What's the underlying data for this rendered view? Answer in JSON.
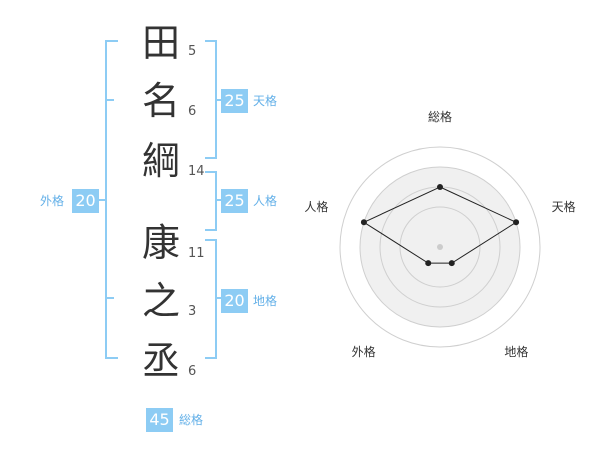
{
  "colors": {
    "accent": "#63b0e8",
    "badge": "#8dccf4",
    "text": "#333333"
  },
  "name": {
    "chars": [
      "田",
      "名",
      "綱",
      "康",
      "之",
      "丞"
    ],
    "strokes": [
      "5",
      "6",
      "14",
      "11",
      "3",
      "6"
    ]
  },
  "fortunes": {
    "tenkaku": {
      "label": "天格",
      "value": "25"
    },
    "jinkaku": {
      "label": "人格",
      "value": "25"
    },
    "chikaku": {
      "label": "地格",
      "value": "20"
    },
    "gaikaku": {
      "label": "外格",
      "value": "20"
    },
    "soukaku": {
      "label": "総格",
      "value": "45"
    }
  },
  "radar": {
    "axes": [
      "総格",
      "天格",
      "地格",
      "外格",
      "人格"
    ],
    "levels": [
      0.6,
      0.8,
      0.2,
      0.2,
      0.8
    ]
  }
}
